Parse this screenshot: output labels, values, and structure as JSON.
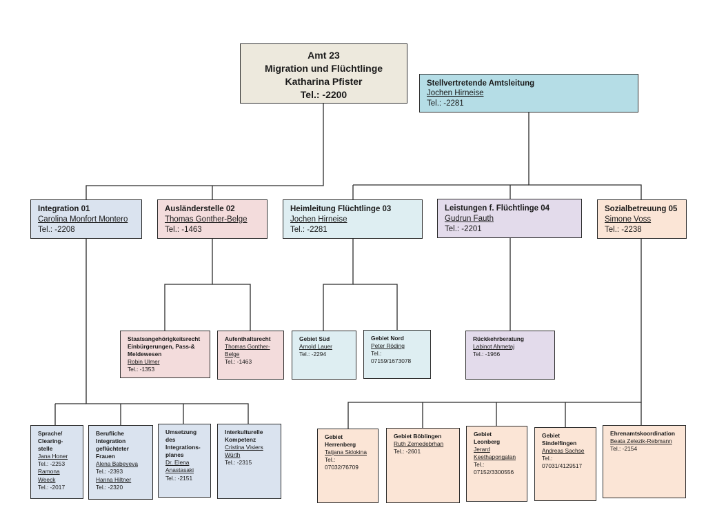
{
  "colors": {
    "root": "#ede9dd",
    "deputy": "#b5dde6",
    "integration": "#dae3ef",
    "auslaender": "#f3dcdc",
    "heimleitung": "#deeef2",
    "leistungen": "#e3dbeb",
    "sozial": "#fbe5d6",
    "line": "#2b2b2b"
  },
  "root": {
    "line1": "Amt 23",
    "line2": "Migration und Flüchtlinge",
    "line3": "Katharina Pfister",
    "line4": "Tel.: -2200"
  },
  "deputy": {
    "title": "Stellvertretende Amtsleitung",
    "name": "Jochen Hirneise",
    "tel": "Tel.: -2281"
  },
  "departments": {
    "integration": {
      "title": "Integration 01",
      "name": "Carolina Monfort Montero",
      "tel": "Tel.: -2208"
    },
    "auslaender": {
      "title": "Ausländerstelle 02",
      "name": "Thomas Gonther-Belge",
      "tel": "Tel.: -1463"
    },
    "heimleitung": {
      "title": "Heimleitung Flüchtlinge 03",
      "name": "Jochen Hirneise",
      "tel": "Tel.: -2281"
    },
    "leistungen": {
      "title": "Leistungen f. Flüchtlinge 04",
      "name": "Gudrun Fauth",
      "tel": "Tel.: -2201"
    },
    "sozial": {
      "title": "Sozialbetreuung 05",
      "name": "Simone Voss",
      "tel": "Tel.: -2238"
    }
  },
  "units": {
    "staatsangehoerigkeit": {
      "l1": "Staatsangehörigkeitsrecht",
      "l2": "Einbürgerungen, Pass-&",
      "l3": "Meldewesen",
      "name": "Robin Ulmer",
      "tel": "Tel.: -1353"
    },
    "aufenthalt": {
      "l1": "Aufenthaltsrecht",
      "name1": "Thomas Gonther-",
      "name2": "Belge",
      "tel": "Tel.: -1463"
    },
    "gebiet_sued": {
      "l1": "Gebiet Süd",
      "name": "Arnold Lauer",
      "tel": "Tel.: -2294"
    },
    "gebiet_nord": {
      "l1": "Gebiet Nord",
      "name": "Peter Röding",
      "tel": "Tel.:",
      "tel2": "07159/1673078"
    },
    "rueckkehr": {
      "l1": "Rückkehrberatung",
      "name": "Labinot Ahmetaj",
      "tel": "Tel.: -1966"
    }
  },
  "integration_units": {
    "sprache": {
      "l1": "Sprache/",
      "l2": "Clearing-",
      "l3": "stelle",
      "name1": "Jana Honer",
      "tel1": "Tel.: -2253",
      "name2": "Ramona",
      "name3": "Weeck",
      "tel2": "Tel.: -2017"
    },
    "berufliche": {
      "l1": "Berufliche",
      "l2": "Integration",
      "l3": "geflüchteter",
      "l4": "Frauen",
      "name1": "Alena Babeyeva",
      "tel1": "Tel.: -2393",
      "name2": "Hanna Hiltner",
      "tel2": "Tel.: -2320"
    },
    "umsetzung": {
      "l1": "Umsetzung",
      "l2": "des",
      "l3": "Integrations-",
      "l4": "planes",
      "name1": "Dr. Elena",
      "name2": "Anastasaki",
      "tel": "Tel.: -2151"
    },
    "interkulturell": {
      "l1": "Interkulturelle",
      "l2": "Kompetenz",
      "name1": "Cristina Visiers",
      "name2": "Würth",
      "tel": "Tel.: -2315"
    }
  },
  "sozial_units": {
    "herrenberg": {
      "l1": "Gebiet",
      "l2": "Herrenberg",
      "name": "Tatjana Sklokina",
      "tel": "Tel.:",
      "tel2": "07032/76709"
    },
    "boeblingen": {
      "l1": "Gebiet Böblingen",
      "name": "Ruth Zemedebrhan",
      "tel": "Tel.: -2601"
    },
    "leonberg": {
      "l1": "Gebiet",
      "l2": "Leonberg",
      "name1": "Jerard",
      "name2": "Keethapongalan",
      "tel": "Tel.:",
      "tel2": "07152/3300556"
    },
    "sindelfingen": {
      "l1": "Gebiet",
      "l2": "Sindelfingen",
      "name": "Andreas Sachse",
      "tel": "Tel.:",
      "tel2": "07031/4129517"
    },
    "ehrenamt": {
      "l1": "Ehrenamtskoordination",
      "name": "Beata Zelezik-Rebmann",
      "tel": "Tel.: -2154"
    }
  }
}
